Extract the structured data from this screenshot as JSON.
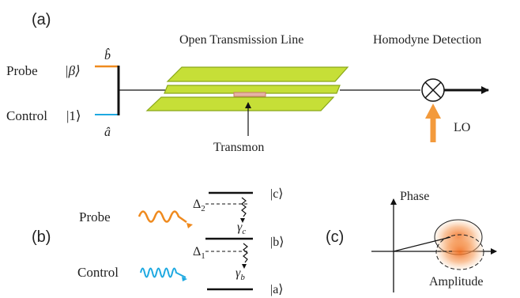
{
  "panel_a": {
    "label": "(a)",
    "probe_label": "Probe",
    "probe_state": "|β⟩",
    "probe_mode": "b̂",
    "control_label": "Control",
    "control_state": "|1⟩",
    "control_mode": "â",
    "line_title": "Open Transmission Line",
    "detection_title": "Homodyne Detection",
    "transmon_label": "Transmon",
    "lo_label": "LO"
  },
  "panel_b": {
    "label": "(b)",
    "probe_label": "Probe",
    "control_label": "Control",
    "level_c": "|c⟩",
    "level_b": "|b⟩",
    "level_a": "|a⟩",
    "delta_2": "Δ",
    "delta_2_sub": "2",
    "delta_1": "Δ",
    "delta_1_sub": "1",
    "gamma_c": "γ",
    "gamma_c_sub": "c",
    "gamma_b": "γ",
    "gamma_b_sub": "b"
  },
  "panel_c": {
    "label": "(c)",
    "y_axis_label": "Phase",
    "x_axis_label": "Amplitude"
  },
  "colors": {
    "probe": "#ef8a1e",
    "control": "#1ea9e1",
    "transmission_line": "#c6df37",
    "transmission_line_edge": "#8aa81a",
    "lo": "#f39a3c",
    "transmon": "#c97a6a"
  }
}
